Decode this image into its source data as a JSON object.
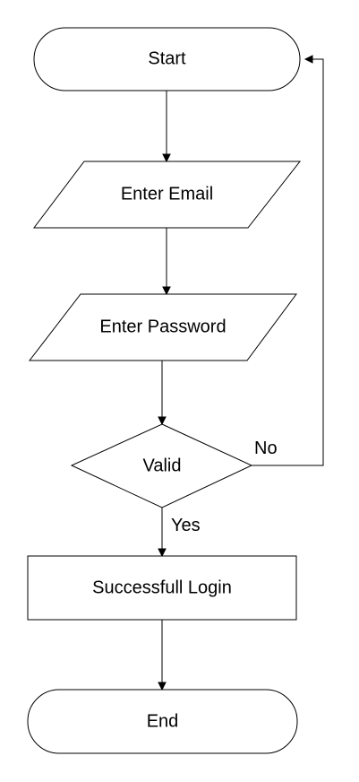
{
  "nodes": {
    "start": "Start",
    "enter_email": "Enter Email",
    "enter_password": "Enter Password",
    "valid": "Valid",
    "successful_login": "Successfull Login",
    "end": "End"
  },
  "edge_labels": {
    "no": "No",
    "yes": "Yes"
  }
}
